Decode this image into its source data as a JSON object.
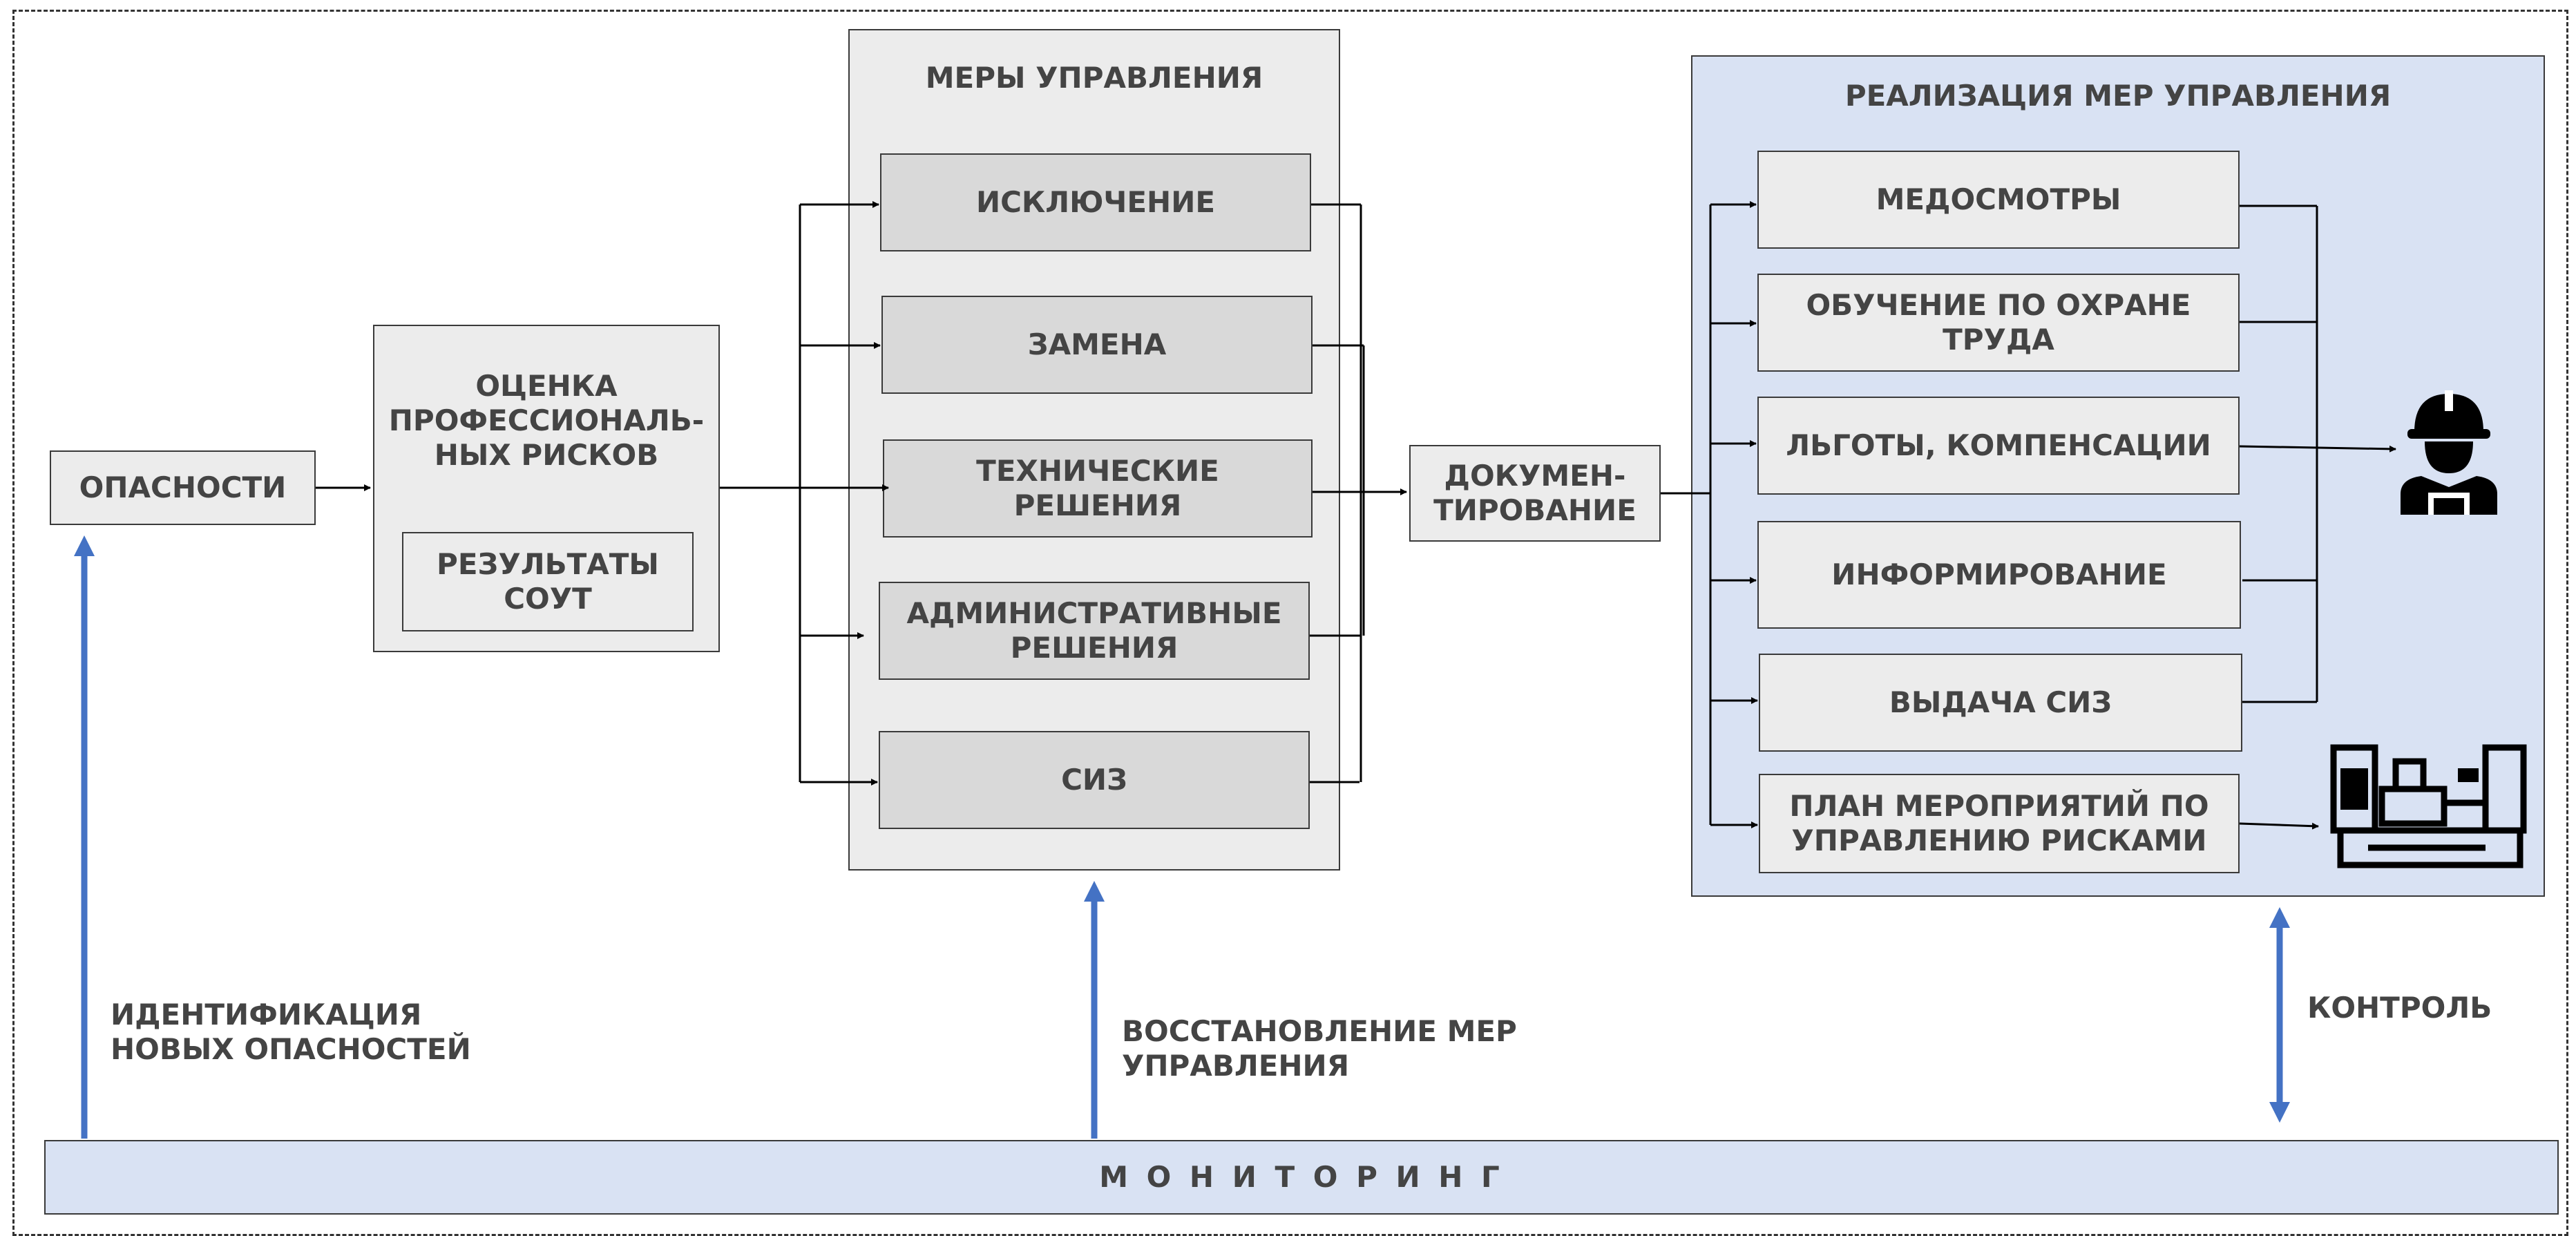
{
  "hazards": "ОПАСНОСТИ",
  "assessment": {
    "title": "ОЦЕНКА\nПРОФЕССИОНАЛЬ-\nНЫХ РИСКОВ",
    "sout": "РЕЗУЛЬТАТЫ\nСОУТ"
  },
  "control_measures": {
    "title": "МЕРЫ УПРАВЛЕНИЯ",
    "items": [
      "ИСКЛЮЧЕНИЕ",
      "ЗАМЕНА",
      "ТЕХНИЧЕСКИЕ\nРЕШЕНИЯ",
      "АДМИНИСТРАТИВНЫЕ\nРЕШЕНИЯ",
      "СИЗ"
    ]
  },
  "documentation": "ДОКУМЕН-\nТИРОВАНИЕ",
  "implementation": {
    "title": "РЕАЛИЗАЦИЯ МЕР УПРАВЛЕНИЯ",
    "items": [
      "МЕДОСМОТРЫ",
      "ОБУЧЕНИЕ ПО ОХРАНЕ\nТРУДА",
      "ЛЬГОТЫ, КОМПЕНСАЦИИ",
      "ИНФОРМИРОВАНИЕ",
      "ВЫДАЧА СИЗ",
      "ПЛАН МЕРОПРИЯТИЙ ПО\nУПРАВЛЕНИЮ РИСКАМИ"
    ]
  },
  "feedback": {
    "identification": "ИДЕНТИФИКАЦИЯ\nНОВЫХ ОПАСНОСТЕЙ",
    "restoration": "ВОССТАНОВЛЕНИЕ МЕР\nУПРАВЛЕНИЯ",
    "control": "КОНТРОЛЬ"
  },
  "monitoring": "М О Н И Т О Р И Н Г",
  "icons": [
    "worker-icon",
    "machine-icon"
  ],
  "colors": {
    "arrow_blue": "#4472c4",
    "panel_blue": "#d9e2f3",
    "box_gray": "#d9d9d9",
    "box_light": "#ececec"
  }
}
